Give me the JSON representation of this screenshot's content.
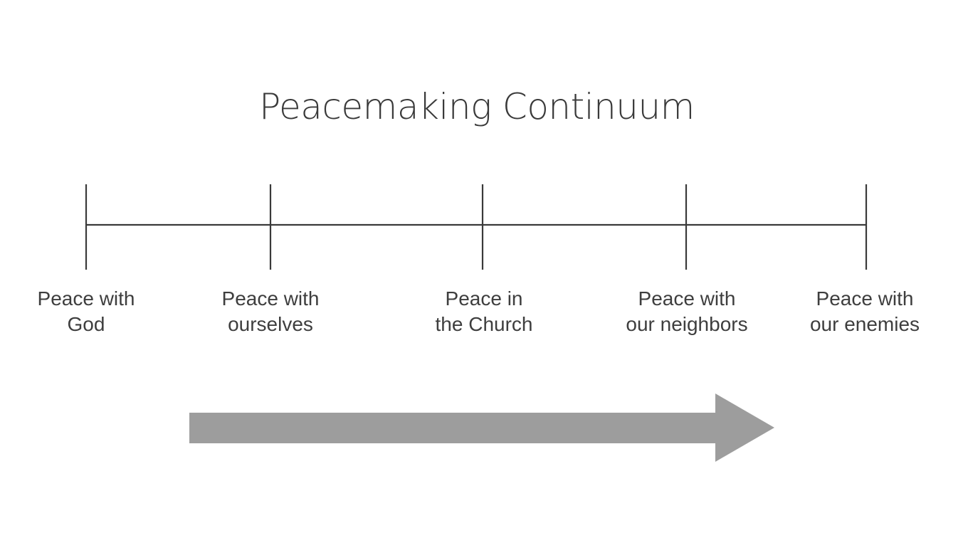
{
  "title": "Peacemaking Continuum",
  "stages": [
    {
      "line1": "Peace with",
      "line2": "God"
    },
    {
      "line1": "Peace with",
      "line2": "ourselves"
    },
    {
      "line1": "Peace in",
      "line2": "the Church"
    },
    {
      "line1": "Peace with",
      "line2": "our neighbors"
    },
    {
      "line1": "Peace with",
      "line2": "our enemies"
    }
  ],
  "colors": {
    "line": "#3a3a3a",
    "arrow": "#9d9d9d",
    "text": "#3e3e3e"
  },
  "arrow": {
    "direction": "right"
  }
}
